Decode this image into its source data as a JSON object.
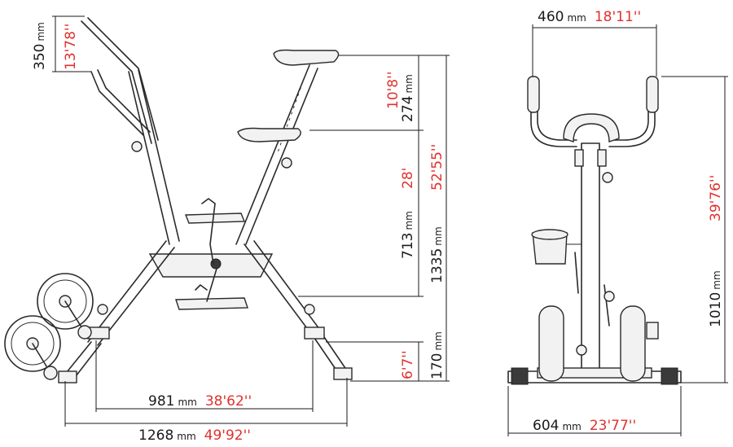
{
  "dimensions": {
    "handlebar_height": {
      "value_mm": "350",
      "unit": "mm",
      "value_in": "13'78''"
    },
    "seat_adjust": {
      "value_mm": "274",
      "unit": "mm",
      "value_in": "10'8''"
    },
    "seat_to_pedal": {
      "value_mm": "713",
      "unit": "mm",
      "value_in": "28'"
    },
    "total_height": {
      "value_mm": "1335",
      "unit": "mm",
      "value_in": "52'55''"
    },
    "base_clearance": {
      "value_mm": "170",
      "unit": "mm",
      "value_in": "6'7''"
    },
    "inner_base": {
      "value_mm": "981",
      "unit": "mm",
      "value_in": "38'62''"
    },
    "total_length": {
      "value_mm": "1268",
      "unit": "mm",
      "value_in": "49'92''"
    },
    "handlebar_width": {
      "value_mm": "460",
      "unit": "mm",
      "value_in": "18'11''"
    },
    "front_height": {
      "value_mm": "1010",
      "unit": "mm",
      "value_in": "39'76''"
    },
    "base_width": {
      "value_mm": "604",
      "unit": "mm",
      "value_in": "23'77''"
    }
  },
  "colors": {
    "metric": "#1a1a1a",
    "imperial": "#e0312e",
    "line": "#2a2a2a"
  }
}
